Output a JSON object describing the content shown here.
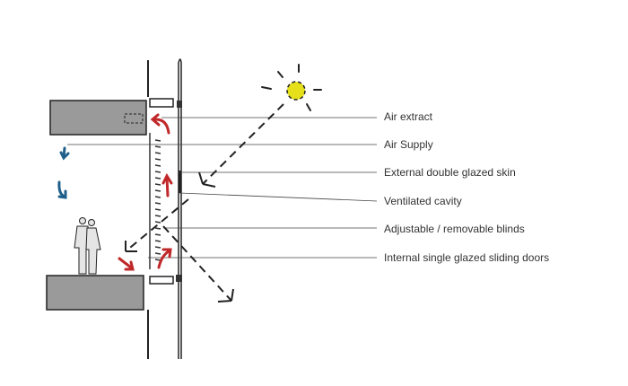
{
  "diagram": {
    "labels": [
      "Air extract",
      "Air Supply",
      "External double glazed skin",
      "Ventilated cavity",
      "Adjustable / removable blinds",
      "Internal single glazed sliding doors"
    ]
  },
  "colors": {
    "slab": "#9a9a9a",
    "sun": "#e6e01a",
    "warm_air": "#c0282a",
    "cool_air": "#1f5f8a",
    "line": "#222222"
  }
}
